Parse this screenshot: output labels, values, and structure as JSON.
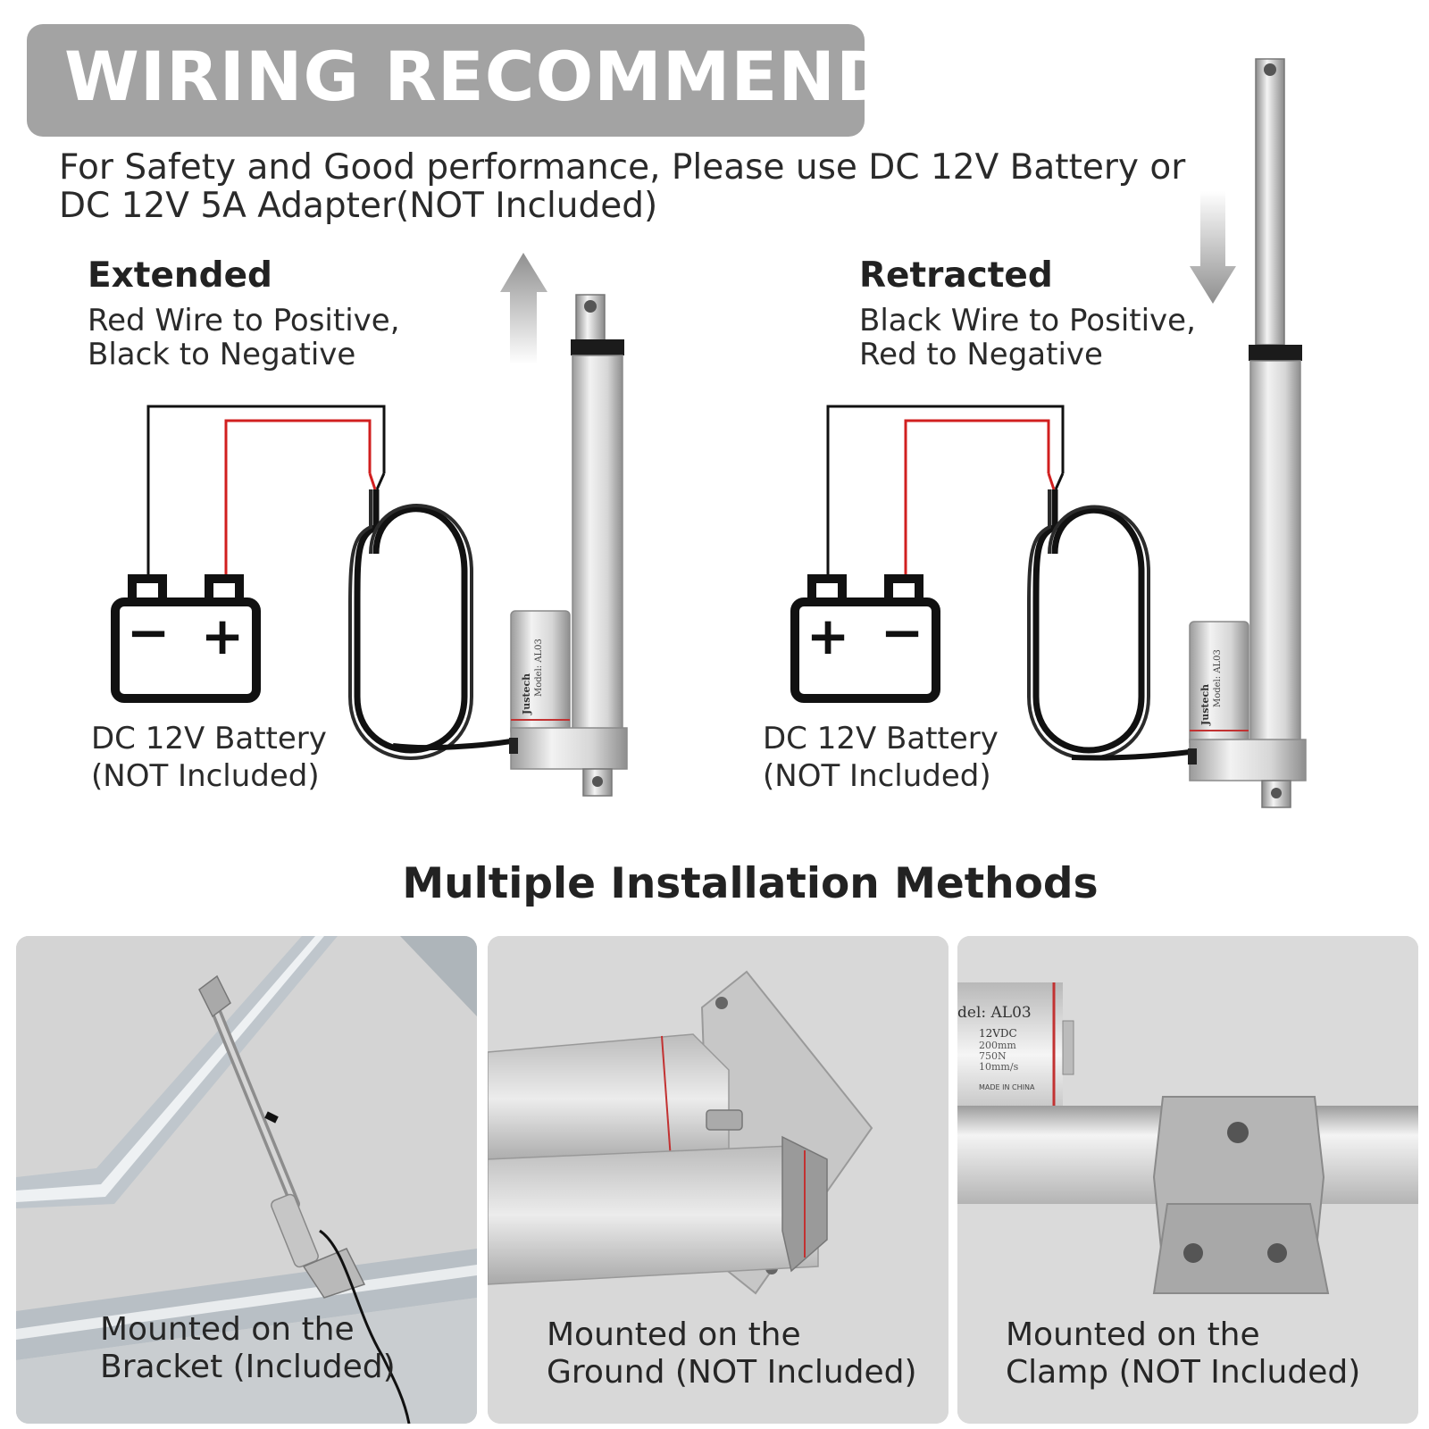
{
  "banner": {
    "title": "WIRING RECOMMEND"
  },
  "intro": {
    "line1": "For Safety and Good performance, Please use DC 12V Battery or",
    "line2": "DC 12V 5A Adapter(NOT Included)"
  },
  "extended": {
    "title": "Extended",
    "line1": "Red Wire to Positive,",
    "line2": "Black to Negative",
    "battery_line1": "DC 12V Battery",
    "battery_line2": "(NOT Included)",
    "left_terminal": "−",
    "right_terminal": "+"
  },
  "retracted": {
    "title": "Retracted",
    "line1": "Black Wire to Positive,",
    "line2": "Red to Negative",
    "battery_line1": "DC 12V Battery",
    "battery_line2": "(NOT Included)",
    "left_terminal": "+",
    "right_terminal": "−"
  },
  "actuator": {
    "brand": "Justech",
    "model_line": "Model: AL03",
    "model_zoom": "del: AL03",
    "voltage": "12VDC",
    "stroke": "200mm",
    "force": "750N",
    "speed": "10mm/s",
    "made_in": "MADE IN CHINA"
  },
  "installation": {
    "title": "Multiple Installation Methods",
    "panels": [
      {
        "line1": "Mounted on the",
        "line2": "Bracket (Included)"
      },
      {
        "line1": "Mounted on the",
        "line2": "Ground (NOT Included)"
      },
      {
        "line1": "Mounted on the",
        "line2": "Clamp (NOT Included)"
      }
    ]
  },
  "colors": {
    "banner_bg": "#a3a3a3",
    "red_wire": "#d11f1f",
    "black_wire": "#111111",
    "panel_bg": "#d7d7d7"
  }
}
